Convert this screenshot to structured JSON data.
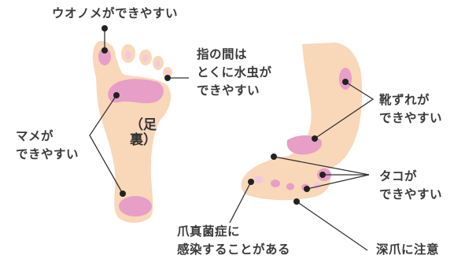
{
  "colors": {
    "skin": "#f9d7b9",
    "skin_shade": "#f4c39c",
    "spot": "#e79ec7",
    "spot_light": "#f4c7df",
    "dot": "#222222",
    "line": "#333333",
    "text": "#3a3a3a"
  },
  "sole_label": "（足\n裏）",
  "labels": {
    "corn": "ウオノメができやすい",
    "between_toes": "指の間は\nとくに水虫が\nできやすい",
    "blister": "マメが\nできやすい",
    "shoe_rub": "靴ずれが\nできやすい",
    "callus": "タコが\nできやすい",
    "fungus": "爪真菌症に\n感染することがある",
    "deep_nail": "深爪に注意"
  }
}
